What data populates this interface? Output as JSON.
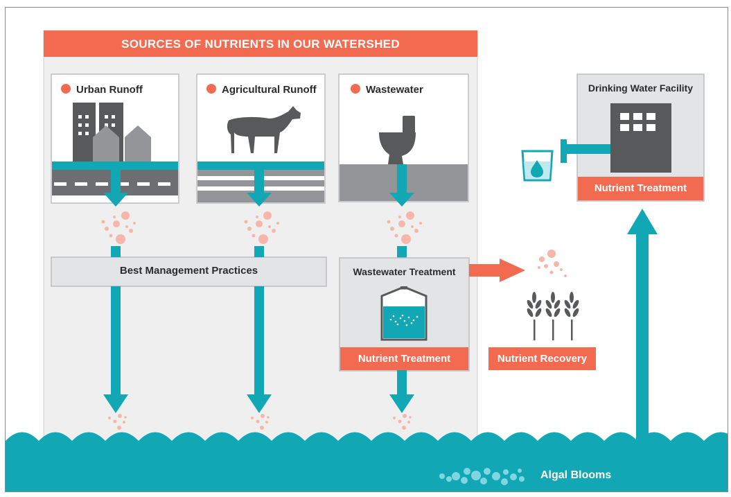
{
  "header": {
    "title": "SOURCES OF NUTRIENTS IN OUR WATERSHED"
  },
  "sources": [
    {
      "label": "Urban Runoff"
    },
    {
      "label": "Agricultural Runoff"
    },
    {
      "label": "Wastewater"
    }
  ],
  "steps": {
    "best_management": "Best Management Practices",
    "wastewater_treatment": "Wastewater Treatment",
    "nutrient_treatment_wastewater": "Nutrient Treatment",
    "nutrient_recovery": "Nutrient Recovery",
    "drinking_water": "Drinking Water Facility",
    "nutrient_treatment_drinking": "Nutrient Treatment",
    "algal_blooms": "Algal Blooms"
  },
  "colors": {
    "accent_orange": "#f26b50",
    "teal": "#12a7b5",
    "panel_gray": "#efefef",
    "box_gray": "#e3e4e5",
    "building_dark": "#58595b",
    "building_mid": "#939598",
    "nutrient_pink": "#f6b6a9",
    "algae": "#7fd6e0"
  }
}
